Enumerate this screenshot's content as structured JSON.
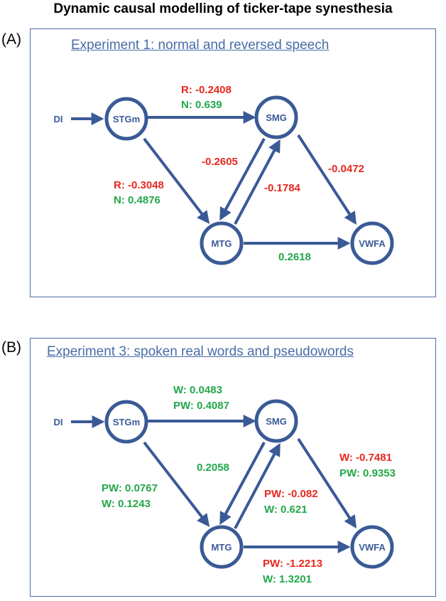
{
  "title": "Dynamic causal modelling of  ticker-tape synesthesia",
  "panels": [
    {
      "letter": "(A)",
      "heading": "Experiment 1: normal and reversed speech",
      "nodes": {
        "di": "DI",
        "stgm": "STGm",
        "smg": "SMG",
        "mtg": "MTG",
        "vwfa": "VWFA"
      },
      "edges": {
        "stgm_smg": [
          "R: -0.2408",
          "N: 0.639"
        ],
        "stgm_mtg": [
          "R: -0.3048",
          "N: 0.4876"
        ],
        "smg_mtg": [
          "-0.2605"
        ],
        "mtg_smg": [
          "-0.1784"
        ],
        "smg_vwfa": [
          "-0.0472"
        ],
        "mtg_vwfa": [
          "0.2618"
        ]
      }
    },
    {
      "letter": "(B)",
      "heading": "Experiment 3: spoken real words and pseudowords",
      "nodes": {
        "di": "DI",
        "stgm": "STGm",
        "smg": "SMG",
        "mtg": "MTG",
        "vwfa": "VWFA"
      },
      "edges": {
        "stgm_smg": [
          "W: 0.0483",
          "PW: 0.4087"
        ],
        "smg_mtg": [
          "0.2058"
        ],
        "stgm_mtg": [
          "PW: 0.0767",
          "W: 0.1243"
        ],
        "mtg_smg": [
          "PW: -0.082",
          "W: 0.621"
        ],
        "smg_vwfa": [
          "W: -0.7481",
          "PW: 0.9353"
        ],
        "mtg_vwfa": [
          "PW: -1.2213",
          "W: 1.3201"
        ]
      }
    }
  ],
  "colors": {
    "node": "#3a5a96",
    "heading": "#4a6da7",
    "negative": "#e8281e",
    "positive": "#22a84a"
  }
}
